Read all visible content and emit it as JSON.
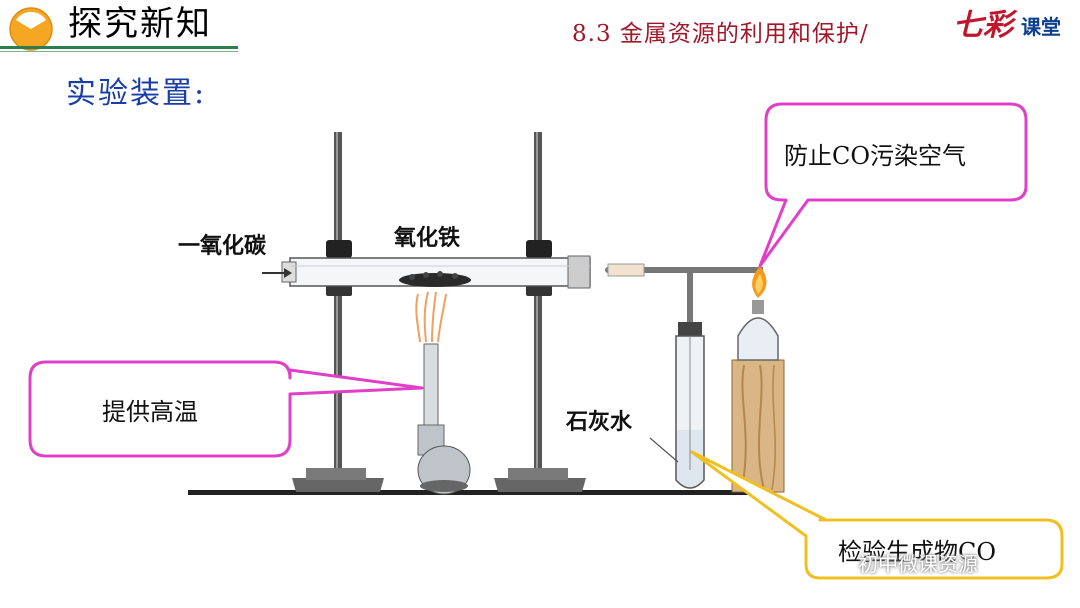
{
  "header": {
    "section_title": "探究新知",
    "breadcrumb": "8.3 金属资源的利用和保护/",
    "brand_main": "七彩",
    "brand_sub": "课堂"
  },
  "subheading": "实验装置:",
  "diagram": {
    "labels": {
      "carbon_monoxide": "一氧化碳",
      "iron_oxide": "氧化铁",
      "limewater": "石灰水"
    },
    "callouts": {
      "prevent_pollution": "防止CO污染空气",
      "provide_heat": "提供高温",
      "test_product": "检验生成物CO"
    }
  },
  "watermark": "初中微课资源",
  "colors": {
    "title_green": "#2e7d4a",
    "breadcrumb_red": "#a0182a",
    "subheading_blue": "#1a3ea8",
    "callout_magenta": "#e040c8",
    "callout_yellow": "#f0c020"
  }
}
